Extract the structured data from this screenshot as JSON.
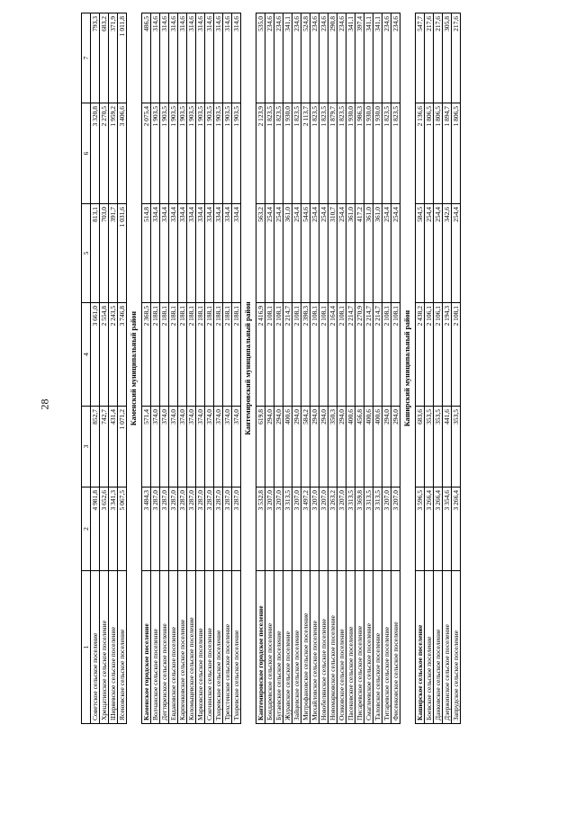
{
  "page_number": "28",
  "headers": [
    "1",
    "2",
    "3",
    "4",
    "5",
    "6",
    "7"
  ],
  "top_rows": [
    [
      "Советское сельское поселение",
      "4 981,8",
      "852,7",
      "3 661,0",
      "813,1",
      "3 320,8",
      "793,3"
    ],
    [
      "Хрещатинское сельское поселение",
      "3 652,6",
      "742,7",
      "2 554,8",
      "703,0",
      "2 270,5",
      "683,2"
    ],
    [
      "Ширяевское сельское поселение",
      "3 341,3",
      "431,4",
      "2 243,5",
      "391,7",
      "1 959,2",
      "371,9"
    ],
    [
      "Ясеновское сельское поселение",
      "5 067,5",
      "1 071,2",
      "3 746,8",
      "1 031,6",
      "3 406,6",
      "1 011,8"
    ]
  ],
  "sections": [
    {
      "title": "Каменский муниципальный район",
      "rows": [
        [
          "Каменское городское поселение",
          "3 484,3",
          "571,4",
          "2 368,5",
          "514,8",
          "2 075,4",
          "486,5"
        ],
        [
          "Волчанское сельское поселение",
          "3 287,0",
          "374,0",
          "2 188,1",
          "334,4",
          "1 903,5",
          "314,6"
        ],
        [
          "Дегтяренское сельское поселение",
          "3 287,0",
          "374,0",
          "2 188,1",
          "334,4",
          "1 903,5",
          "314,6"
        ],
        [
          "Евдаковское сельское поселение",
          "3 287,0",
          "374,0",
          "2 188,1",
          "334,4",
          "1 903,5",
          "314,6"
        ],
        [
          "Карпенковское сельское поселение",
          "3 287,0",
          "374,0",
          "2 188,1",
          "334,4",
          "1 903,5",
          "314,6"
        ],
        [
          "Коломыцевское сельское поселение",
          "3 287,0",
          "374,0",
          "2 188,1",
          "334,4",
          "1 903,5",
          "314,6"
        ],
        [
          "Марковское сельское поселение",
          "3 287,0",
          "374,0",
          "2 188,1",
          "334,4",
          "1 903,5",
          "314,6"
        ],
        [
          "Сончинское сельское поселение",
          "3 287,0",
          "374,0",
          "2 188,1",
          "334,4",
          "1 903,5",
          "314,6"
        ],
        [
          "Тхоревское сельское поселение",
          "3 287,0",
          "374,0",
          "2 188,1",
          "334,4",
          "1 903,5",
          "314,6"
        ],
        [
          "Трехстенское сельское поселение",
          "3 287,0",
          "374,0",
          "2 188,1",
          "334,4",
          "1 903,5",
          "314,6"
        ],
        [
          "Тхоревское сельское поселение",
          "3 287,0",
          "374,0",
          "2 188,1",
          "334,4",
          "1 903,5",
          "314,6"
        ]
      ]
    },
    {
      "title": "Кантемировский муниципальный район",
      "rows": [
        [
          "Кантемировское городское поселение",
          "3 532,8",
          "619,8",
          "2 416,9",
          "563,2",
          "2 123,9",
          "535,0"
        ],
        [
          "Бондаревское сельское поселение",
          "3 207,0",
          "294,0",
          "2 108,1",
          "254,4",
          "1 823,5",
          "234,6"
        ],
        [
          "Бугаевское сельское поселение",
          "3 207,0",
          "294,0",
          "2 108,1",
          "254,4",
          "1 823,5",
          "234,6"
        ],
        [
          "Журавское сельское поселение",
          "3 313,5",
          "400,6",
          "2 214,7",
          "361,0",
          "1 930,0",
          "341,1"
        ],
        [
          "Зайцевское сельское поселение",
          "3 207,0",
          "294,0",
          "2 108,1",
          "254,4",
          "1 823,5",
          "234,6"
        ],
        [
          "Митрофановское сельское поселение",
          "3 497,2",
          "584,2",
          "2 398,3",
          "544,6",
          "2 113,7",
          "524,8"
        ],
        [
          "Михайловское сельское поселение",
          "3 207,0",
          "294,0",
          "2 108,1",
          "254,4",
          "1 823,5",
          "234,6"
        ],
        [
          "Новобелянское сельское поселение",
          "3 207,0",
          "294,0",
          "2 108,1",
          "254,4",
          "1 823,5",
          "234,6"
        ],
        [
          "Новомарковское сельское поселение",
          "3 263,2",
          "350,3",
          "2 164,4",
          "310,7",
          "1 879,7",
          "290,8"
        ],
        [
          "Осиковское сельское поселение",
          "3 207,0",
          "294,0",
          "2 108,1",
          "254,4",
          "1 823,5",
          "234,6"
        ],
        [
          "Пасековское сельское поселение",
          "3 313,5",
          "400,6",
          "2 214,7",
          "361,0",
          "1 930,0",
          "341,1"
        ],
        [
          "Писаревское сельское поселение",
          "3 369,8",
          "456,8",
          "2 270,9",
          "417,2",
          "1 986,3",
          "397,4"
        ],
        [
          "Смаглеевское сельское поселение",
          "3 313,5",
          "400,6",
          "2 214,7",
          "361,0",
          "1 930,0",
          "341,1"
        ],
        [
          "Таловское сельское поселение",
          "3 313,5",
          "400,6",
          "2 214,7",
          "361,0",
          "1 930,0",
          "341,1"
        ],
        [
          "Титаревское сельское поселение",
          "3 207,0",
          "294,0",
          "2 108,1",
          "254,4",
          "1 823,5",
          "234,6"
        ],
        [
          "Фисенковское сельское поселение",
          "3 207,0",
          "294,0",
          "2 108,1",
          "254,4",
          "1 823,5",
          "234,6"
        ]
      ]
    },
    {
      "title": "Каширский муниципальный район",
      "rows": [
        [
          "Каширское сельское поселение",
          "3 596,5",
          "683,6",
          "2 438,2",
          "584,5",
          "2 136,6",
          "547,7"
        ],
        [
          "Боевское сельское поселение",
          "3 266,4",
          "353,5",
          "2 106,1",
          "254,4",
          "1 806,5",
          "217,6"
        ],
        [
          "Данковское сельское поселение",
          "3 266,4",
          "353,5",
          "2 106,1",
          "254,4",
          "1 806,5",
          "217,6"
        ],
        [
          "Дзержинское сельское поселение",
          "3 354,6",
          "441,6",
          "2 194,3",
          "342,6",
          "1 894,7",
          "305,8"
        ],
        [
          "Запрудское сельское поселение",
          "3 266,4",
          "353,5",
          "2 108,1",
          "254,4",
          "1 806,5",
          "217,6"
        ]
      ]
    }
  ]
}
